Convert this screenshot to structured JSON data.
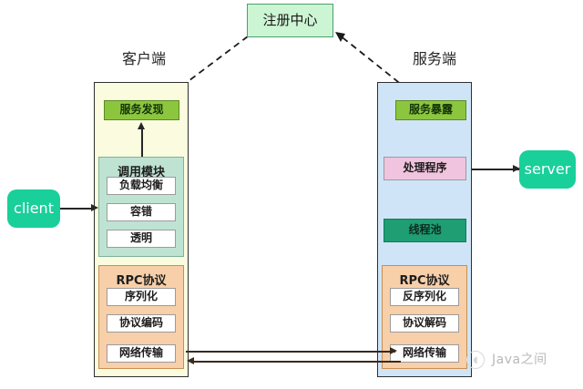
{
  "diagram": {
    "registry": {
      "label": "注册中心"
    },
    "client_side": {
      "title": "客户端",
      "discovery": {
        "label": "服务发现"
      },
      "call_module": {
        "title": "调用模块",
        "items": [
          {
            "label": "负载均衡"
          },
          {
            "label": "容错"
          },
          {
            "label": "透明"
          }
        ]
      },
      "rpc": {
        "title": "RPC协议",
        "items": [
          {
            "label": "序列化"
          },
          {
            "label": "协议编码"
          },
          {
            "label": "网络传输"
          }
        ]
      }
    },
    "server_side": {
      "title": "服务端",
      "expose": {
        "label": "服务暴露"
      },
      "handler": {
        "label": "处理程序"
      },
      "thread_pool": {
        "label": "线程池"
      },
      "rpc": {
        "title": "RPC协议",
        "items": [
          {
            "label": "反序列化"
          },
          {
            "label": "协议解码"
          },
          {
            "label": "网络传输"
          }
        ]
      }
    },
    "endpoints": {
      "client": {
        "label": "client"
      },
      "server": {
        "label": "server"
      }
    },
    "watermark": {
      "label": "Java之间",
      "logo": "bird-icon"
    },
    "colors": {
      "registry_fill": "#ccf5d3",
      "client_panel_fill": "#fbfbdf",
      "server_panel_fill": "#cfe5f7",
      "green_chip": "#8cc63f",
      "mint_group": "#bfe3d2",
      "peach_group": "#f7cfa9",
      "pink_chip": "#f0c4de",
      "thread_pool": "#1e9e72",
      "endpoint": "#19cf9a"
    }
  }
}
